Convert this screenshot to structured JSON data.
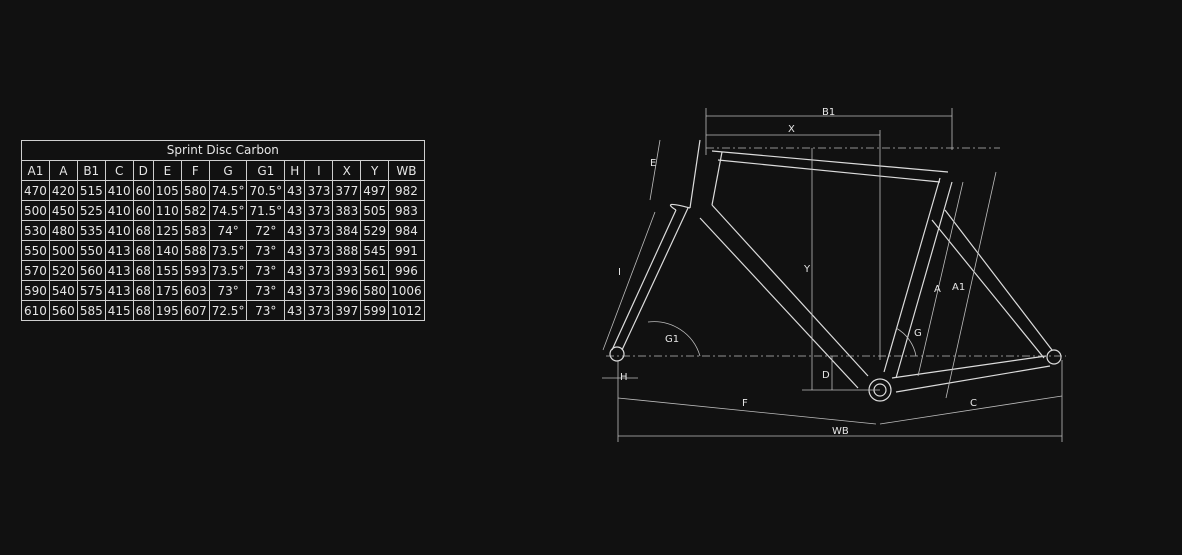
{
  "table": {
    "title": "Sprint Disc Carbon",
    "headers": [
      "A1",
      "A",
      "B1",
      "C",
      "D",
      "E",
      "F",
      "G",
      "G1",
      "H",
      "I",
      "X",
      "Y",
      "WB"
    ],
    "rows": [
      [
        "470",
        "420",
        "515",
        "410",
        "60",
        "105",
        "580",
        "74.5°",
        "70.5°",
        "43",
        "373",
        "377",
        "497",
        "982"
      ],
      [
        "500",
        "450",
        "525",
        "410",
        "60",
        "110",
        "582",
        "74.5°",
        "71.5°",
        "43",
        "373",
        "383",
        "505",
        "983"
      ],
      [
        "530",
        "480",
        "535",
        "410",
        "68",
        "125",
        "583",
        "74°",
        "72°",
        "43",
        "373",
        "384",
        "529",
        "984"
      ],
      [
        "550",
        "500",
        "550",
        "413",
        "68",
        "140",
        "588",
        "73.5°",
        "73°",
        "43",
        "373",
        "388",
        "545",
        "991"
      ],
      [
        "570",
        "520",
        "560",
        "413",
        "68",
        "155",
        "593",
        "73.5°",
        "73°",
        "43",
        "373",
        "393",
        "561",
        "996"
      ],
      [
        "590",
        "540",
        "575",
        "413",
        "68",
        "175",
        "603",
        "73°",
        "73°",
        "43",
        "373",
        "396",
        "580",
        "1006"
      ],
      [
        "610",
        "560",
        "585",
        "415",
        "68",
        "195",
        "607",
        "72.5°",
        "73°",
        "43",
        "373",
        "397",
        "599",
        "1012"
      ]
    ]
  },
  "diagram": {
    "labels": {
      "b1": "B1",
      "x": "X",
      "e": "E",
      "y": "Y",
      "i": "I",
      "g1": "G1",
      "a": "A",
      "a1": "A1",
      "g": "G",
      "d": "D",
      "h": "H",
      "f": "F",
      "c": "C",
      "wb": "WB"
    }
  }
}
